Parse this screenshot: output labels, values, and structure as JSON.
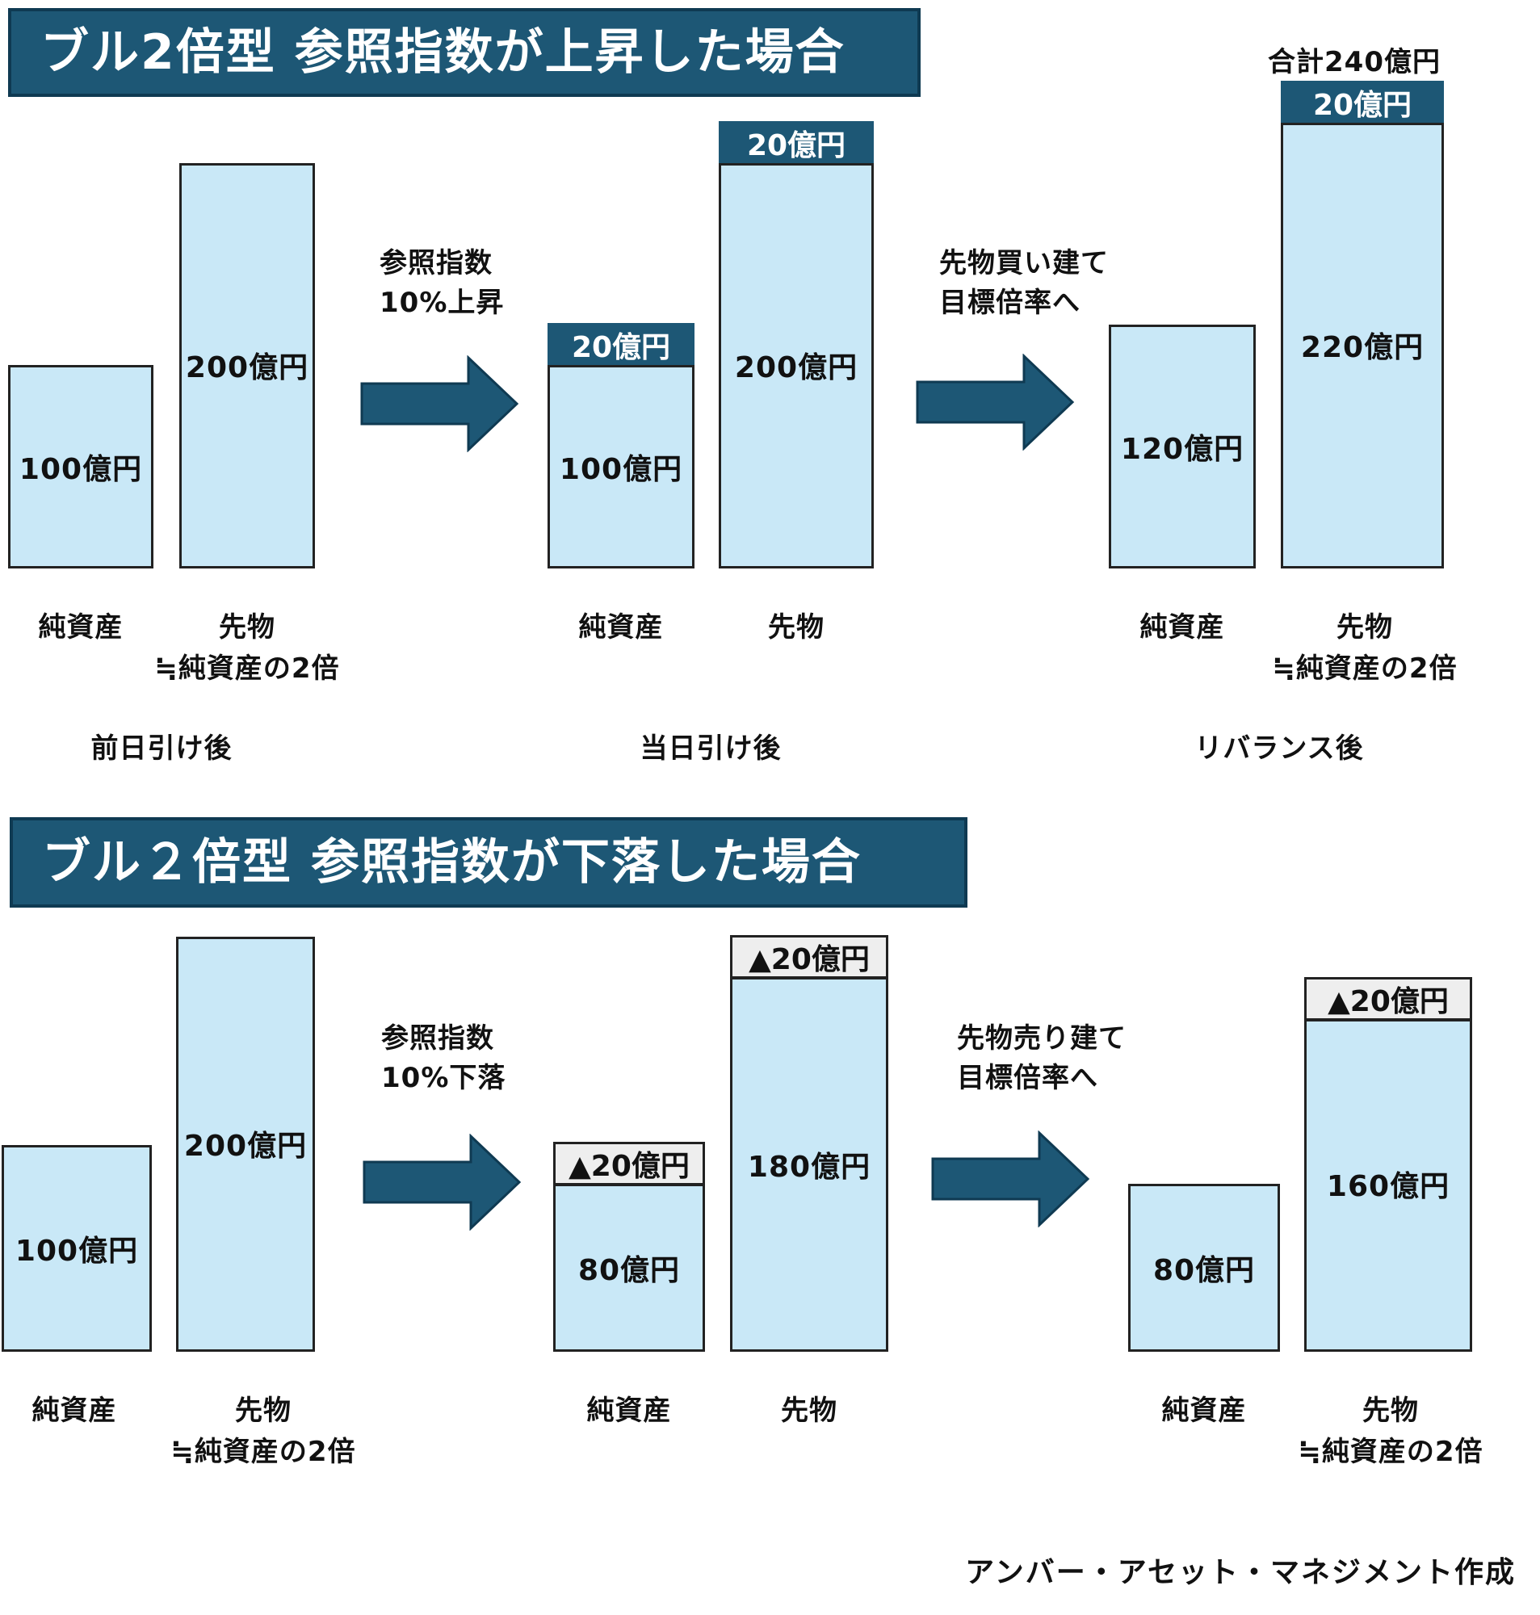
{
  "up": {
    "title": "ブル2倍型 参照指数が上昇した場合",
    "stage1": {
      "net": "100億円",
      "fut": "200億円",
      "net_label": "純資産",
      "fut_label1": "先物",
      "fut_label2": "≒純資産の2倍",
      "caption": "前日引け後"
    },
    "step1": {
      "line1": "参照指数",
      "line2": "10%上昇"
    },
    "stage2": {
      "net": "100億円",
      "net_delta": "20億円",
      "fut": "200億円",
      "fut_delta": "20億円",
      "net_label": "純資産",
      "fut_label1": "先物",
      "caption": "当日引け後"
    },
    "step2": {
      "line1": "先物買い建て",
      "line2": "目標倍率へ"
    },
    "stage3": {
      "net": "120億円",
      "fut": "220億円",
      "fut_delta": "20億円",
      "total": "合計240億円",
      "net_label": "純資産",
      "fut_label1": "先物",
      "fut_label2": "≒純資産の2倍",
      "caption": "リバランス後"
    }
  },
  "down": {
    "title": "ブル２倍型 参照指数が下落した場合",
    "stage1": {
      "net": "100億円",
      "fut": "200億円",
      "net_label": "純資産",
      "fut_label1": "先物",
      "fut_label2": "≒純資産の2倍"
    },
    "step1": {
      "line1": "参照指数",
      "line2": "10%下落"
    },
    "stage2": {
      "net": "80億円",
      "net_delta": "▲20億円",
      "fut": "180億円",
      "fut_delta": "▲20億円",
      "net_label": "純資産",
      "fut_label1": "先物"
    },
    "step2": {
      "line1": "先物売り建て",
      "line2": "目標倍率へ"
    },
    "stage3": {
      "net": "80億円",
      "fut": "160億円",
      "fut_delta": "▲20億円",
      "net_label": "純資産",
      "fut_label1": "先物",
      "fut_label2": "≒純資産の2倍"
    }
  },
  "credit": "アンバー・アセット・マネジメント作成",
  "colors": {
    "title_bg": "#1d5775",
    "bar_fill": "#c9e8f7",
    "arrow": "#1d5775",
    "down_tag": "#eeeeee"
  }
}
